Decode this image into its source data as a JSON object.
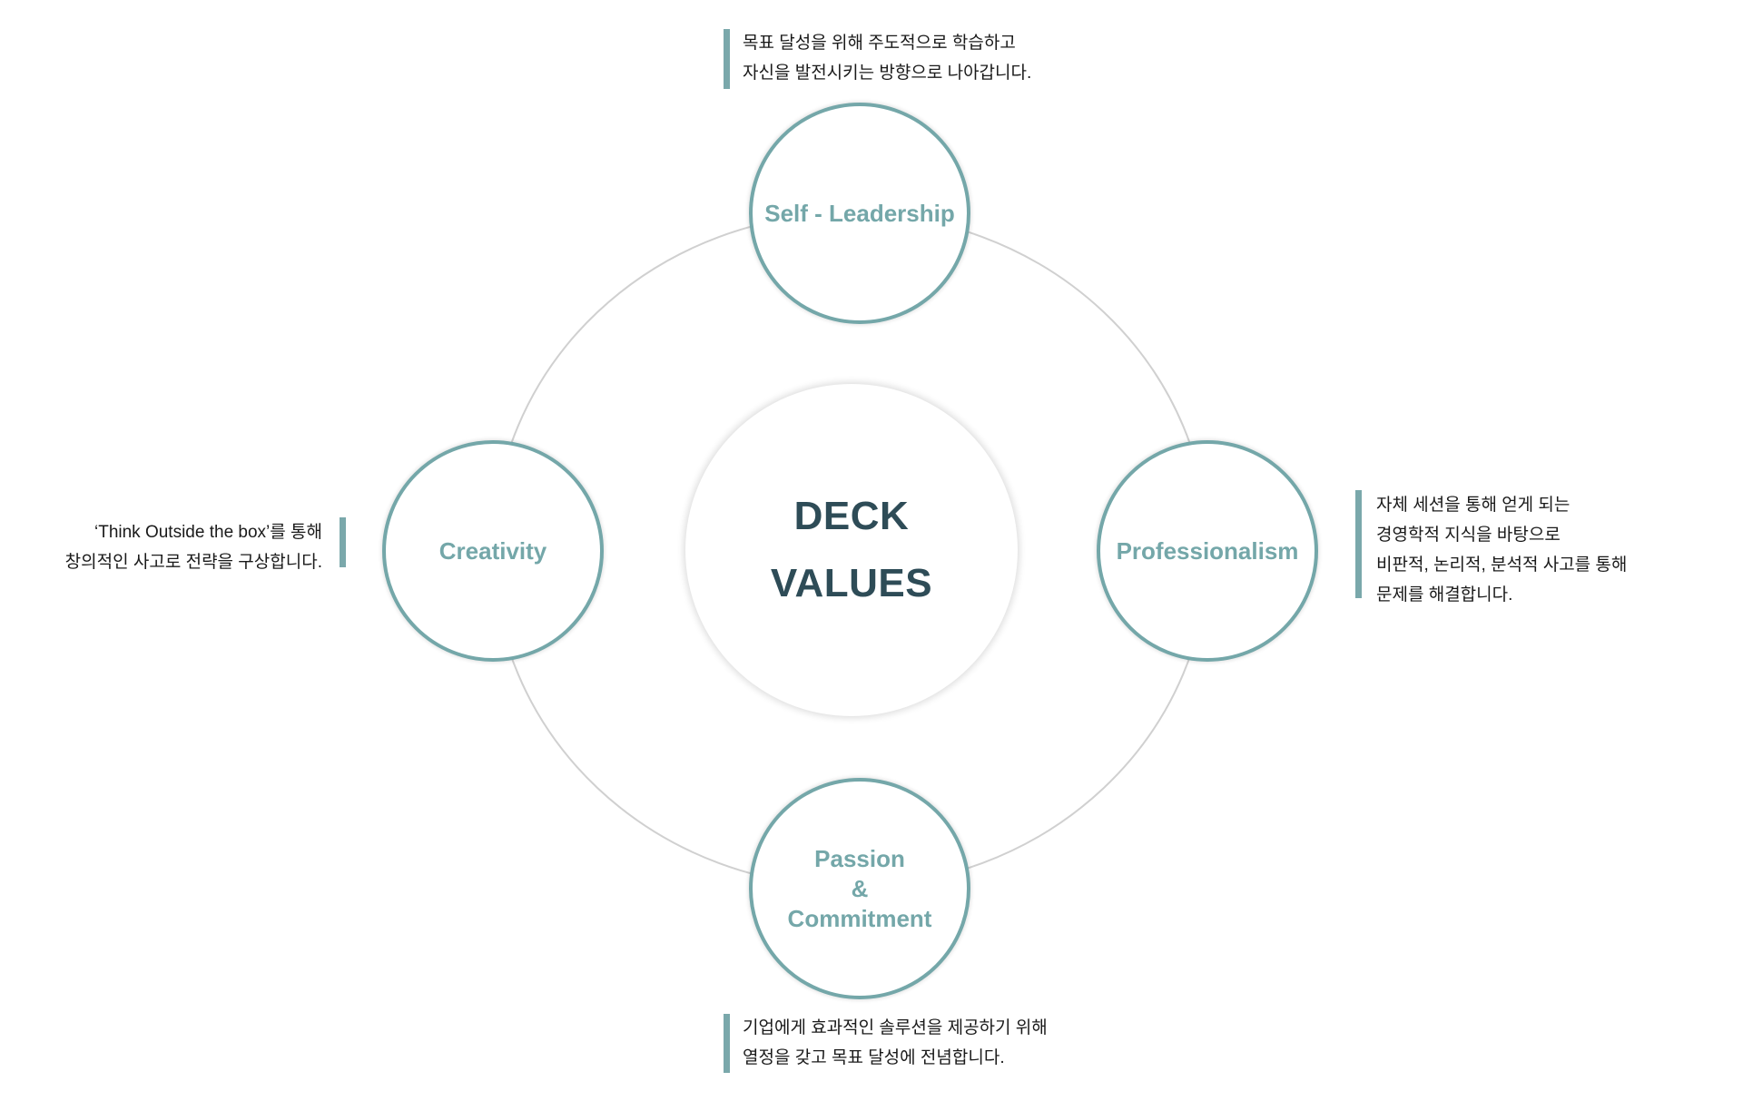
{
  "colors": {
    "accent": "#74a7a9",
    "bar": "#7aa8ab",
    "center_text": "#2e4c57",
    "ring": "#d0d0d0",
    "body_text": "#1a1a1a"
  },
  "center": {
    "title_lines": [
      "DECK",
      "VALUES"
    ]
  },
  "nodes": {
    "top": {
      "label_lines": [
        "Self - Leadership"
      ],
      "description_lines": [
        "목표 달성을 위해 주도적으로 학습하고",
        "자신을 발전시키는 방향으로 나아갑니다."
      ]
    },
    "left": {
      "label_lines": [
        "Creativity"
      ],
      "description_lines": [
        "‘Think Outside the box’를 통해",
        "창의적인 사고로 전략을 구상합니다."
      ]
    },
    "right": {
      "label_lines": [
        "Professionalism"
      ],
      "description_lines": [
        "자체 세션을 통해 얻게 되는",
        "경영학적 지식을 바탕으로",
        "비판적, 논리적, 분석적 사고를 통해",
        "문제를 해결합니다."
      ]
    },
    "bottom": {
      "label_lines": [
        "Passion",
        "&",
        "Commitment"
      ],
      "description_lines": [
        "기업에게 효과적인 솔루션을 제공하기 위해",
        "열정을 갖고 목표 달성에 전념합니다."
      ]
    }
  }
}
